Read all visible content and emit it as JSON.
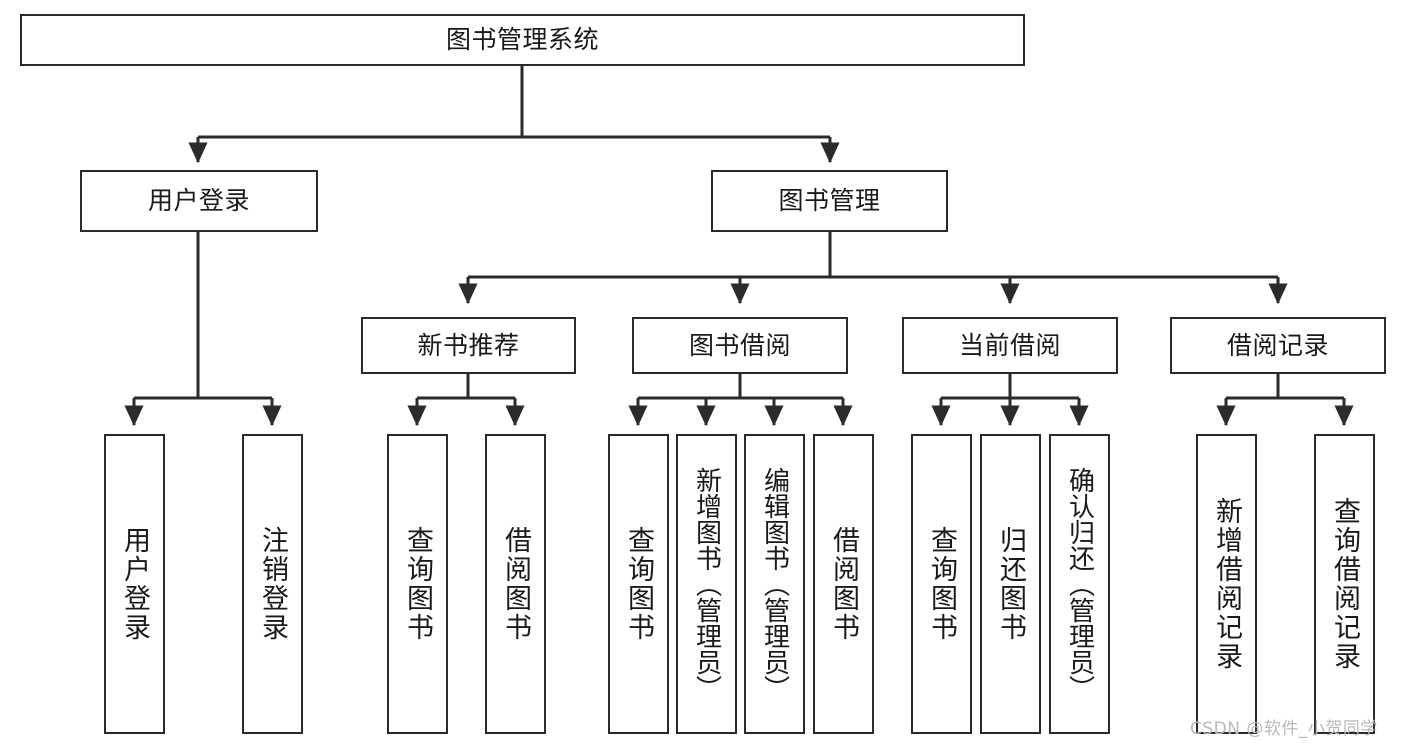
{
  "diagram": {
    "type": "tree-hierarchy",
    "title": "图书管理系统",
    "orientation": "top-down",
    "edge_style": "orthogonal-arrow",
    "colors": {
      "box_border": "#2b2b2b",
      "box_fill": "#ffffff",
      "edge": "#2b2b2b",
      "text": "#1a1a1a",
      "watermark": "#b9b9b9",
      "background": "#ffffff"
    }
  },
  "root": {
    "label": "图书管理系统"
  },
  "level2": [
    {
      "label": "用户登录"
    },
    {
      "label": "图书管理"
    }
  ],
  "level3": [
    {
      "label": "新书推荐"
    },
    {
      "label": "图书借阅"
    },
    {
      "label": "当前借阅"
    },
    {
      "label": "借阅记录"
    }
  ],
  "leaves": {
    "user_login": [
      {
        "label": "用户登录"
      },
      {
        "label": "注销登录"
      }
    ],
    "new_book_recommend": [
      {
        "label": "查询图书"
      },
      {
        "label": "借阅图书"
      }
    ],
    "book_borrow": [
      {
        "label": "查询图书"
      },
      {
        "label": "新增图书（管理员）"
      },
      {
        "label": "编辑图书（管理员）"
      },
      {
        "label": "借阅图书"
      }
    ],
    "current_borrow": [
      {
        "label": "查询图书"
      },
      {
        "label": "归还图书"
      },
      {
        "label": "确认归还（管理员）"
      }
    ],
    "borrow_records": [
      {
        "label": "新增借阅记录"
      },
      {
        "label": "查询借阅记录"
      }
    ]
  },
  "watermark": {
    "text": "CSDN @软件_小贺同学"
  }
}
